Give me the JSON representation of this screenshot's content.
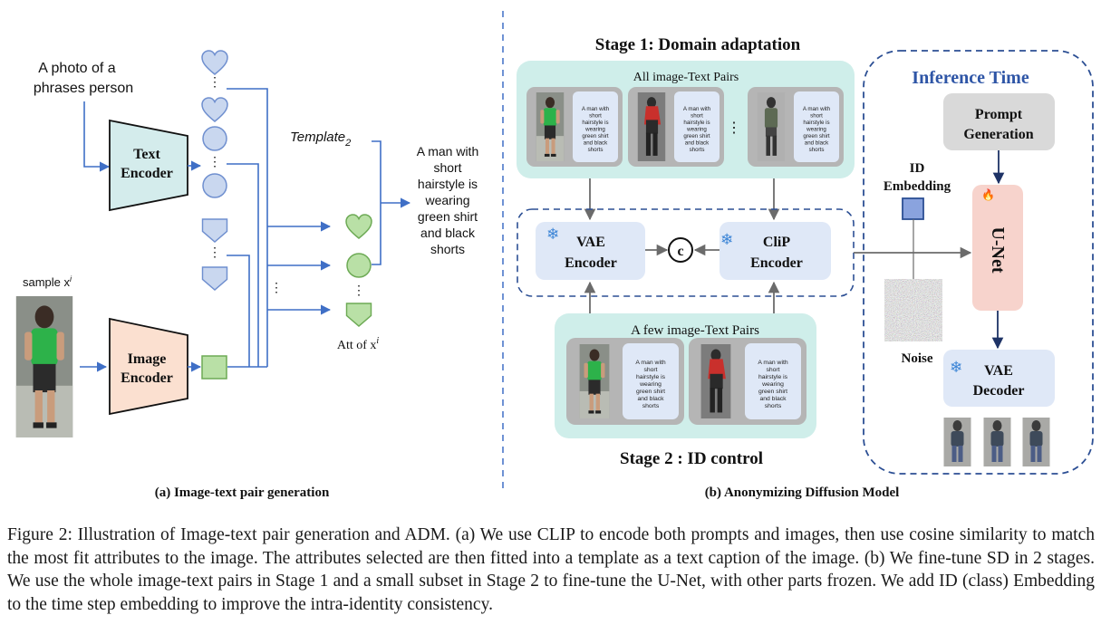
{
  "panel_a": {
    "prompt_text_line1": "A photo of a",
    "prompt_text_line2": "phrases person",
    "text_encoder_line1": "Text",
    "text_encoder_line2": "Encoder",
    "image_encoder_line1": "Image",
    "image_encoder_line2": "Encoder",
    "sample_label": "sample x",
    "sample_label_sup": "i",
    "template_label": "Template",
    "template_sub": "2",
    "output_caption_lines": [
      "A man with",
      "short",
      "hairstyle is",
      "wearing",
      "green shirt",
      "and black",
      "shorts"
    ],
    "att_label": "Att of x",
    "att_label_sup": "i",
    "subcaption": "(a) Image-text pair generation"
  },
  "panel_b": {
    "stage1_title": "Stage 1:  Domain adaptation",
    "all_pairs_label": "All image-Text Pairs",
    "pair_card_text_lines": [
      "A man with",
      "short",
      "hairstyle is",
      "wearing",
      "green shirt",
      "and black",
      "shorts"
    ],
    "vae_encoder_line1": "VAE",
    "vae_encoder_line2": "Encoder",
    "concat_symbol": "c",
    "clip_encoder_line1": "CliP",
    "clip_encoder_line2": "Encoder",
    "few_pairs_label": "A few image-Text Pairs",
    "stage2_title": "Stage 2 :  ID control",
    "inference_title": "Inference Time",
    "prompt_gen_line1": "Prompt",
    "prompt_gen_line2": "Generation",
    "id_embedding_line1": "ID",
    "id_embedding_line2": "Embedding",
    "unet_label": "U-Net",
    "noise_label": "Noise",
    "vae_decoder_line1": "VAE",
    "vae_decoder_line2": "Decoder",
    "subcaption": "(b)  Anonymizing Diffusion Model"
  },
  "figure_caption": "Figure 2: Illustration of Image-text pair generation and ADM. (a) We use CLIP to encode both prompts and images, then use cosine similarity to match the most fit attributes to the image. The attributes selected are then fitted into a template as a text caption of the image. (b) We fine-tune SD in 2 stages. We use the whole image-text pairs in Stage 1 and a small subset in Stage 2 to fine-tune the U-Net, with other parts frozen. We add ID (class) Embedding to the time step embedding to improve the intra-identity consistency.",
  "colors": {
    "arrow_blue": "#3f6fc6",
    "text_encoder_fill": "#d4ecec",
    "image_encoder_fill": "#fbe0d0",
    "shape_fill": "#c9d7ef",
    "green_fill": "#b9e0a6",
    "stage_panel_fill": "#cfeeea",
    "encoder_fill": "#dfe8f7",
    "unet_fill": "#f7d3cc",
    "prompt_fill": "#d9d9d9",
    "inference_title": "#2e55a6",
    "dark_navy": "#1e3366"
  }
}
